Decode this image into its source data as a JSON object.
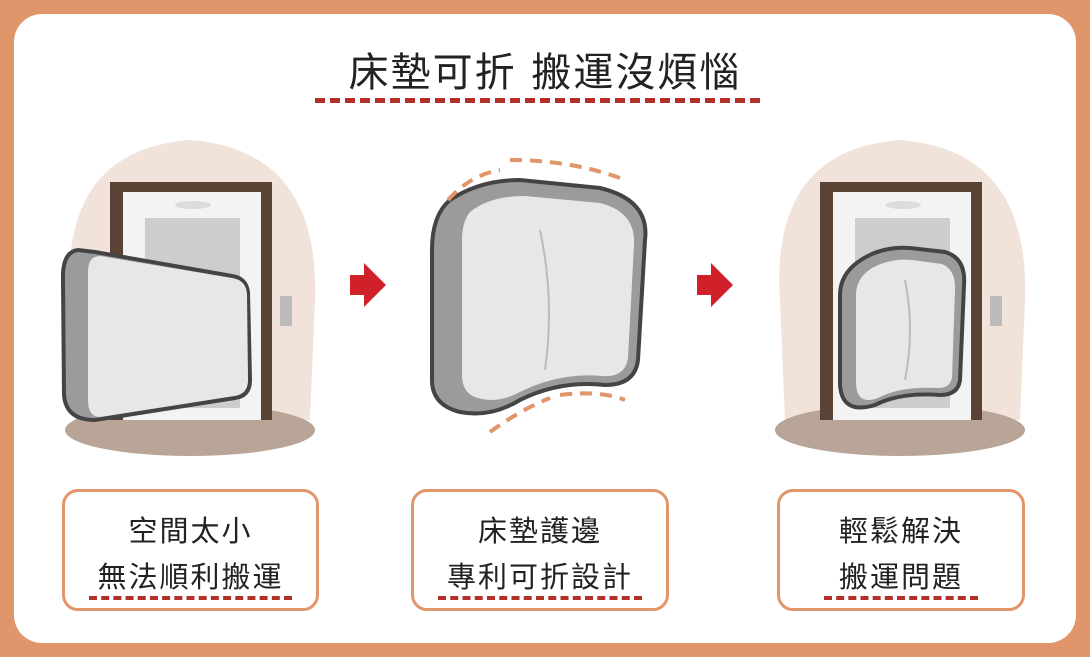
{
  "title": "床墊可折 搬運沒煩惱",
  "colors": {
    "frame": "#e0956a",
    "accent_red": "#b33029",
    "arrow": "#d0202a",
    "wall": "#f1e3da",
    "floor": "#b9a597",
    "door_frame": "#5a4335"
  },
  "steps": [
    {
      "line1": "空間太小",
      "line2": "無法順利搬運"
    },
    {
      "line1": "床墊護邊",
      "line2": "專利可折設計"
    },
    {
      "line1": "輕鬆解決",
      "line2": "搬運問題"
    }
  ],
  "icons": [
    "elevator-blocked-illustration",
    "folded-mattress-illustration",
    "elevator-fits-illustration",
    "arrow-right-icon"
  ]
}
